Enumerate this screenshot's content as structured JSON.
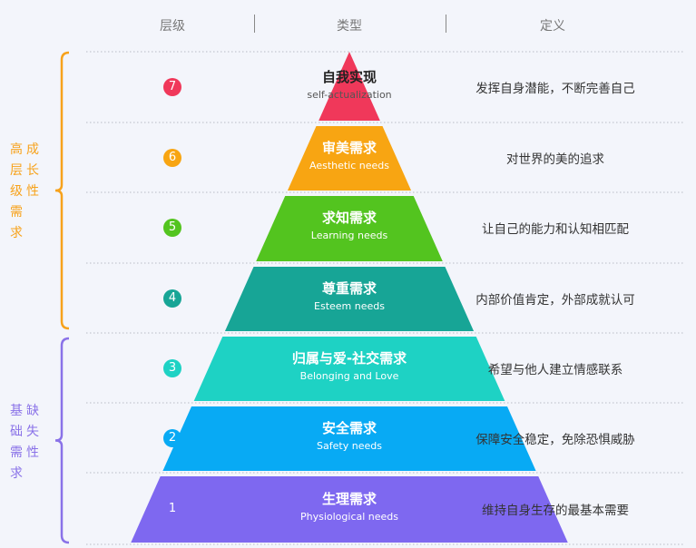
{
  "header": {
    "level": "层级",
    "type": "类型",
    "definition": "定义"
  },
  "groups": [
    {
      "label_col1": "高层级需求",
      "label_col2": "成长性",
      "color": "#f7a21b"
    },
    {
      "label_col1": "基础需求",
      "label_col2": "缺失性",
      "color": "#8a72e8"
    }
  ],
  "levels": [
    {
      "number": "7",
      "title": "自我实现",
      "subtitle": "self-actualization",
      "definition": "发挥自身潜能，不断完善自己",
      "color": "#f0385a",
      "text_color": "#222"
    },
    {
      "number": "6",
      "title": "审美需求",
      "subtitle": "Aesthetic needs",
      "definition": "对世界的美的追求",
      "color": "#f8a512",
      "text_color": "#fff"
    },
    {
      "number": "5",
      "title": "求知需求",
      "subtitle": "Learning needs",
      "definition": "让自己的能力和认知相匹配",
      "color": "#53c41f",
      "text_color": "#fff"
    },
    {
      "number": "4",
      "title": "尊重需求",
      "subtitle": "Esteem needs",
      "definition": "内部价值肯定，外部成就认可",
      "color": "#17a596",
      "text_color": "#fff"
    },
    {
      "number": "3",
      "title": "归属与爱-社交需求",
      "subtitle": "Belonging and Love",
      "definition": "希望与他人建立情感联系",
      "color": "#1ed2c4",
      "text_color": "#fff"
    },
    {
      "number": "2",
      "title": "安全需求",
      "subtitle": "Safety needs",
      "definition": "保障安全稳定，免除恐惧威胁",
      "color": "#08aaf4",
      "text_color": "#fff"
    },
    {
      "number": "1",
      "title": "生理需求",
      "subtitle": "Physiological needs",
      "definition": "维持自身生存的最基本需要",
      "color": "#7e68f0",
      "text_color": "#fff"
    }
  ]
}
